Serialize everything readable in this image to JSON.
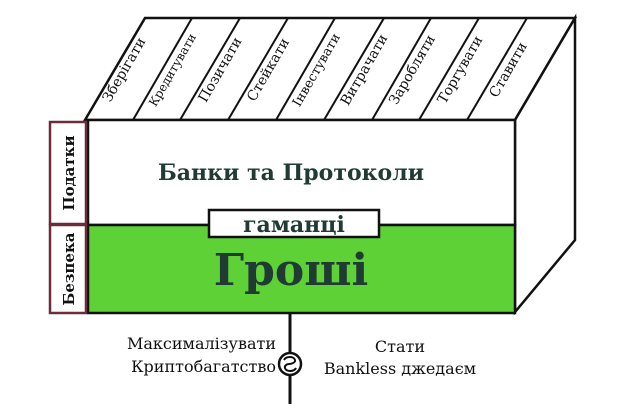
{
  "diagram": {
    "top_labels": [
      "Зберігати",
      "Кредитувати",
      "Позичати",
      "Стейкати",
      "Інвестувати",
      "Витрачати",
      "Заробляти",
      "Торгувати",
      "Ставити"
    ],
    "side_labels": {
      "top": "Податки",
      "bottom": "Безпека"
    },
    "upper_section": "Банки та Протоколи",
    "middle_tag": "гаманці",
    "base_section": "Гроші",
    "footer_left": [
      "Максималізувати",
      "Криптобагатство"
    ],
    "footer_right": [
      "Стати",
      "Bankless джедаєм"
    ],
    "center_icon": "bankless-logo-icon"
  },
  "colors": {
    "base_green": "#5ed136",
    "outline": "#111111",
    "side_label_border": "#6b2d3c",
    "title_text": "#1f3b34"
  }
}
